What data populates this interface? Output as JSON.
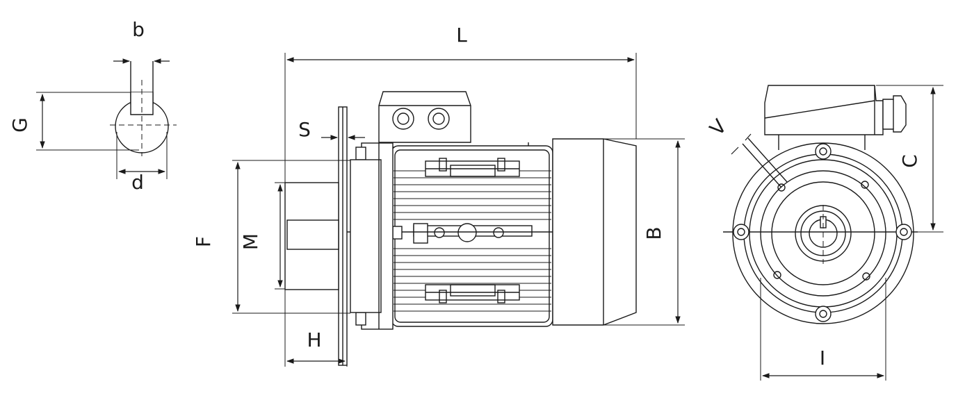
{
  "labels": {
    "b": "b",
    "G": "G",
    "d": "d",
    "L": "L",
    "S": "S",
    "F": "F",
    "M": "M",
    "H": "H",
    "B": "B",
    "V": "V",
    "C": "C",
    "I": "I"
  },
  "colors": {
    "line": "#1a1a1a",
    "background": "#ffffff"
  }
}
